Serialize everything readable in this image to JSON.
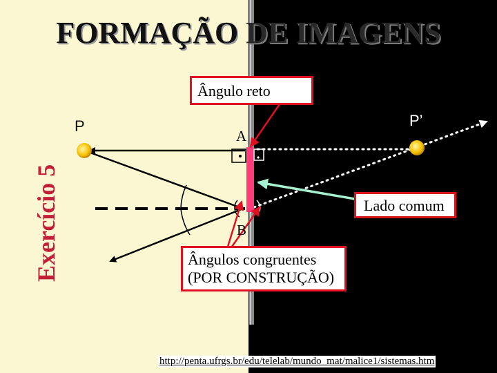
{
  "title": {
    "part1": "FORMAÇÃO",
    "part2": "DE IMAGENS"
  },
  "side_label": "Exercício 5",
  "labels": {
    "P": "P",
    "P_prime": "P’",
    "A": "A",
    "B": "B"
  },
  "callouts": {
    "right_angle": "Ângulo reto",
    "common_side": "Lado comum",
    "congruent_line1": "Ângulos congruentes",
    "congruent_line2": "(POR CONSTRUÇÃO)"
  },
  "footer_link": "http://penta.ufrgs.br/edu/telelab/mundo_mat/malice1/sistemas.htm",
  "colors": {
    "left_background": "#fbf7d2",
    "right_background": "#000000",
    "mirror": "#ff3b7a",
    "callout_border": "#e01020",
    "common_side_arrow": "#a6f0d0",
    "side_label": "#c21f38",
    "point": "#f5c000"
  }
}
